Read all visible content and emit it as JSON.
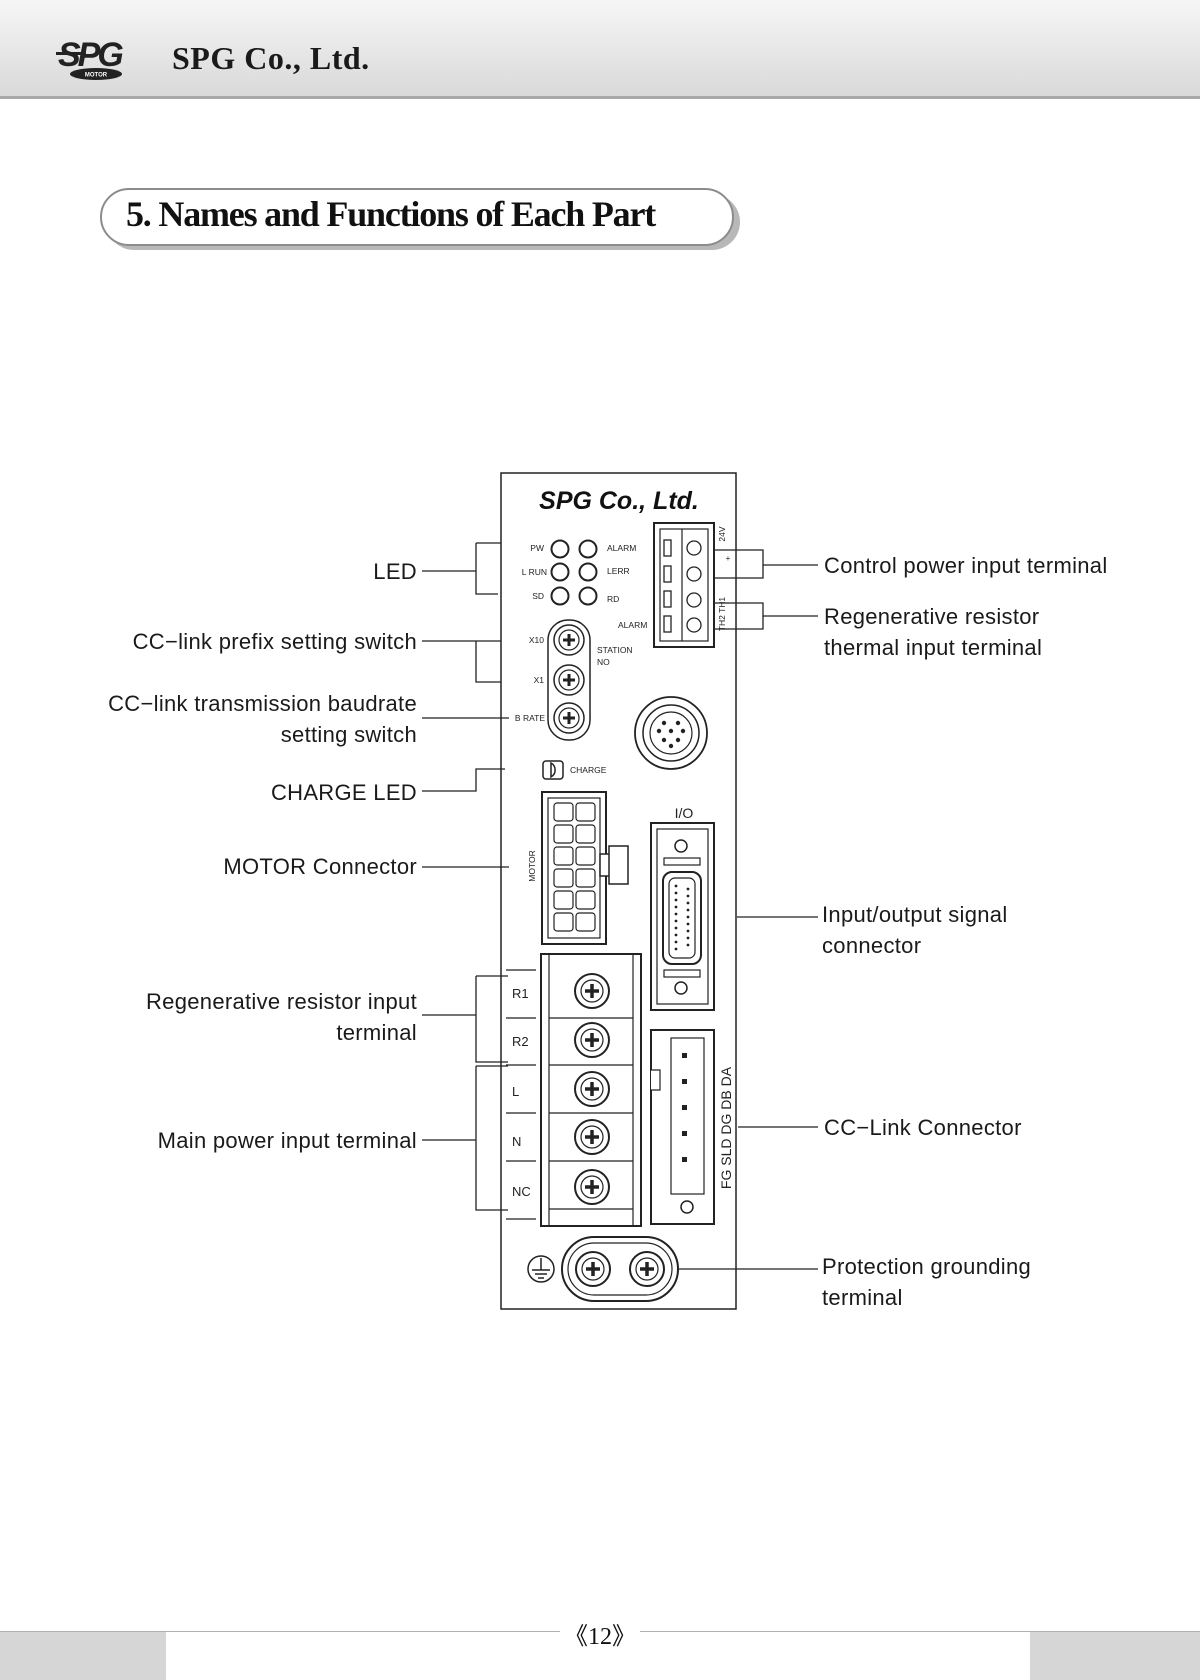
{
  "header": {
    "company": "SPG Co., Ltd.",
    "logo_icon": "spg-motor-logo-icon"
  },
  "section": {
    "title": "5. Names and Functions of Each Part"
  },
  "device": {
    "brand": "SPG Co., Ltd.",
    "leds": [
      "PW",
      "ALARM",
      "L RUN",
      "LERR",
      "SD",
      "RD"
    ],
    "switches": {
      "x10": "X10",
      "x1": "X1",
      "brate": "B RATE",
      "station": "STATION",
      "station_no": "NO"
    },
    "charge": "CHARGE",
    "motor": "MOTOR",
    "io": "I/O",
    "control_terminal": {
      "top": "24V",
      "bottom": "TH2 TH1",
      "alarm": "ALARM",
      "plus": "+"
    },
    "terminals": [
      "R1",
      "R2",
      "L",
      "N",
      "NC"
    ],
    "cclink": "FG SLD DG DB DA"
  },
  "labels": {
    "led": "LED",
    "prefix_switch": "CC−link prefix setting switch",
    "baudrate_switch": "CC−link transmission baudrate\nsetting switch",
    "charge_led": "CHARGE LED",
    "motor_connector": "MOTOR Connector",
    "regen_input": "Regenerative resistor input\nterminal",
    "main_power": "Main power input terminal",
    "control_power": "Control power input terminal",
    "regen_thermal": "Regenerative resistor\nthermal input terminal",
    "io_connector": "Input/output signal\nconnector",
    "cclink_connector": "CC−Link Connector",
    "ground": "Protection grounding\nterminal"
  },
  "footer": {
    "page": "《12》"
  }
}
